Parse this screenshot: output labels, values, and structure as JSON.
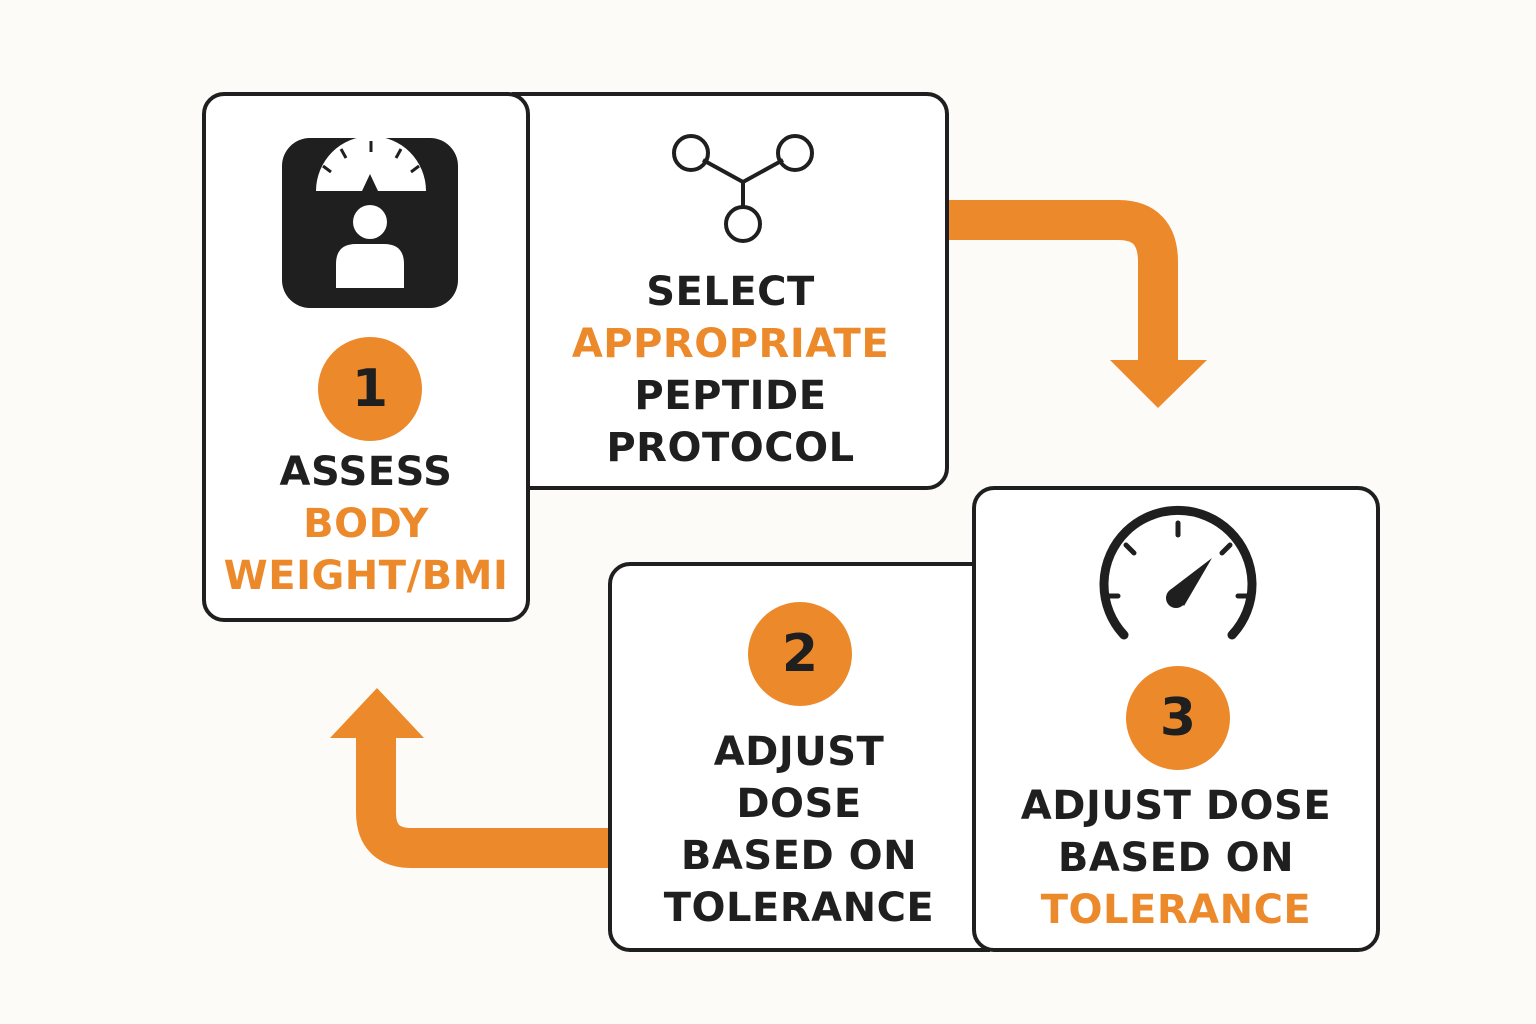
{
  "colors": {
    "accent": "#ec8a2b",
    "ink": "#1f1f1f",
    "background": "#fcfbf8"
  },
  "step1": {
    "number": "1",
    "icon": "weight-scale-person-icon",
    "lines": [
      "ASSESS",
      "BODY",
      "WEIGHT/BMI"
    ]
  },
  "select": {
    "icon": "molecule-icon",
    "lines": [
      "SELECT",
      "APPROPRIATE",
      "PEPTIDE",
      "PROTOCOL"
    ]
  },
  "step2": {
    "number": "2",
    "lines": [
      "ADJUST",
      "DOSE",
      "BASED ON",
      "TOLERANCE"
    ]
  },
  "step3": {
    "number": "3",
    "icon": "speedometer-icon",
    "lines": [
      "ADJUST DOSE",
      "BASED ON",
      "TOLERANCE"
    ]
  },
  "arrows": [
    "arrow-right-down-icon",
    "arrow-left-up-icon"
  ]
}
